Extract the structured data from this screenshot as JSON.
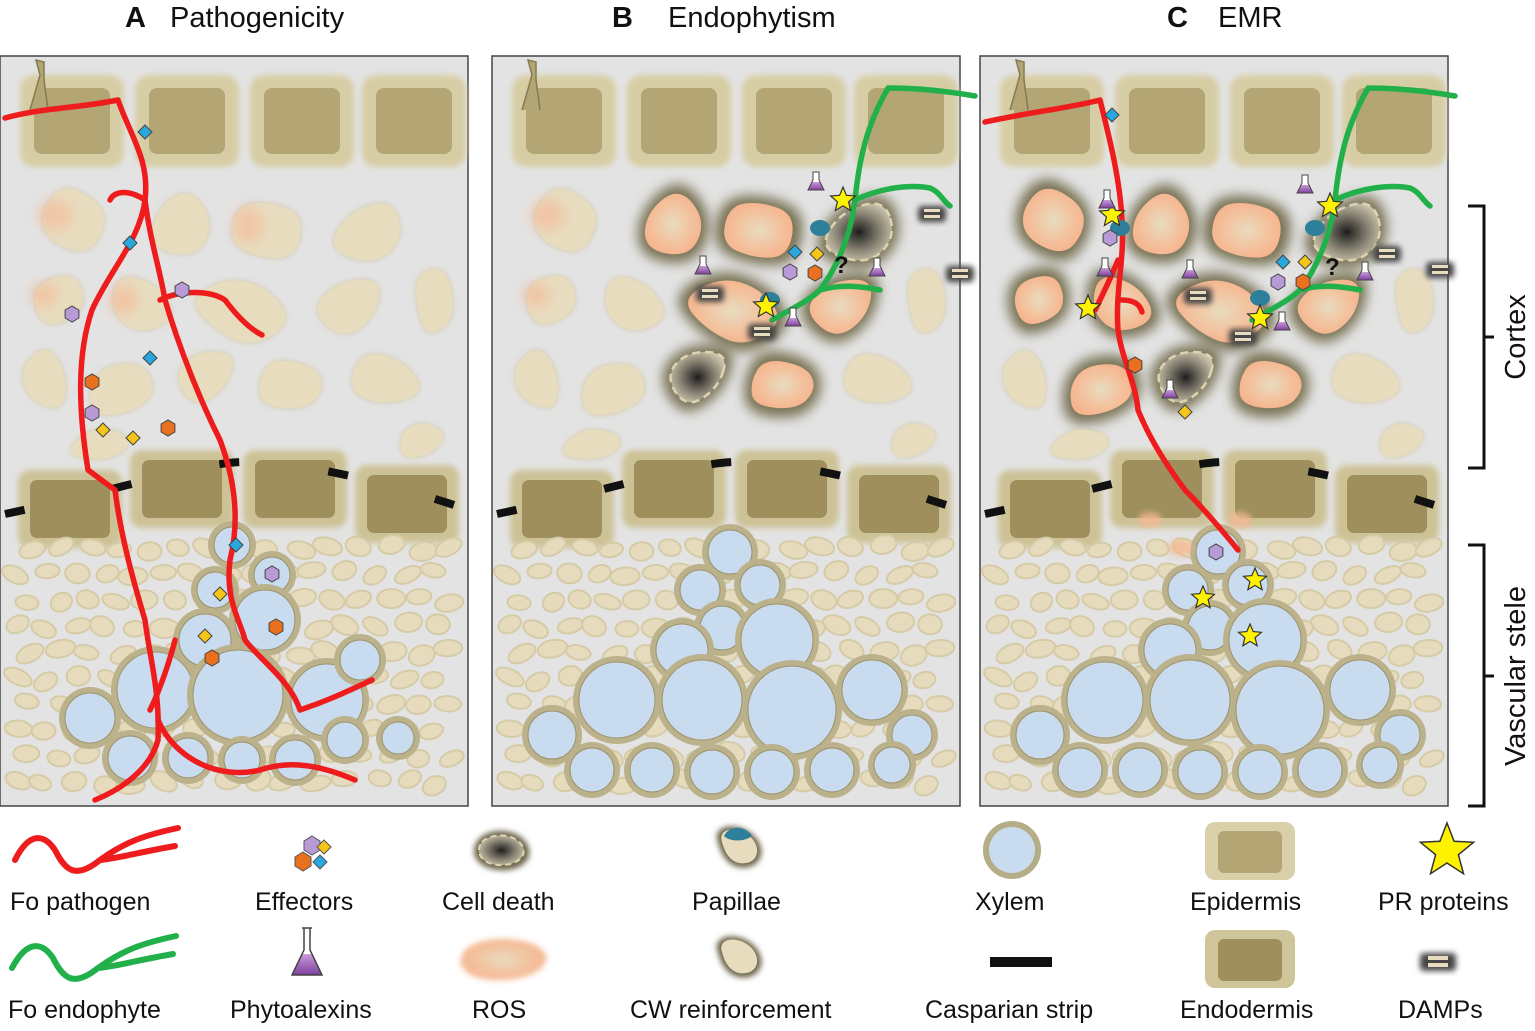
{
  "panels": [
    {
      "letter": "A",
      "title": "Pathogenicity"
    },
    {
      "letter": "B",
      "title": "Endophytism"
    },
    {
      "letter": "C",
      "title": "EMR"
    }
  ],
  "side_labels": {
    "cortex": "Cortex",
    "stele": "Vascular stele"
  },
  "question_mark": "?",
  "legend": {
    "fo_pathogen": "Fo pathogen",
    "fo_endophyte": "Fo endophyte",
    "effectors": "Effectors",
    "phytoalexins": "Phytoalexins",
    "cell_death": "Cell death",
    "ros": "ROS",
    "papillae": "Papillae",
    "cw_reinforcement": "CW reinforcement",
    "xylem": "Xylem",
    "casparian_strip": "Casparian strip",
    "epidermis": "Epidermis",
    "endodermis": "Endodermis",
    "pr_proteins": "PR proteins",
    "damps": "DAMPs"
  },
  "colors": {
    "pathogen": "#ee1c1c",
    "endophyte": "#22b04a",
    "panel_bg": "#e3e3e3",
    "cell_fill": "#e8dcbf",
    "cell_wall": "#b5ad85",
    "epi_fill": "#b3a574",
    "xylem": "#c9dbef",
    "ros": "#f5b894",
    "star": "#fff200",
    "papilla": "#2e7f9a",
    "phytoalexin": "#9a6fc4",
    "eff_diamond_blue": "#29a8e0",
    "eff_diamond_yellow": "#f5c518",
    "eff_hex_orange": "#e8701e",
    "eff_hex_purple": "#b79ad6"
  }
}
